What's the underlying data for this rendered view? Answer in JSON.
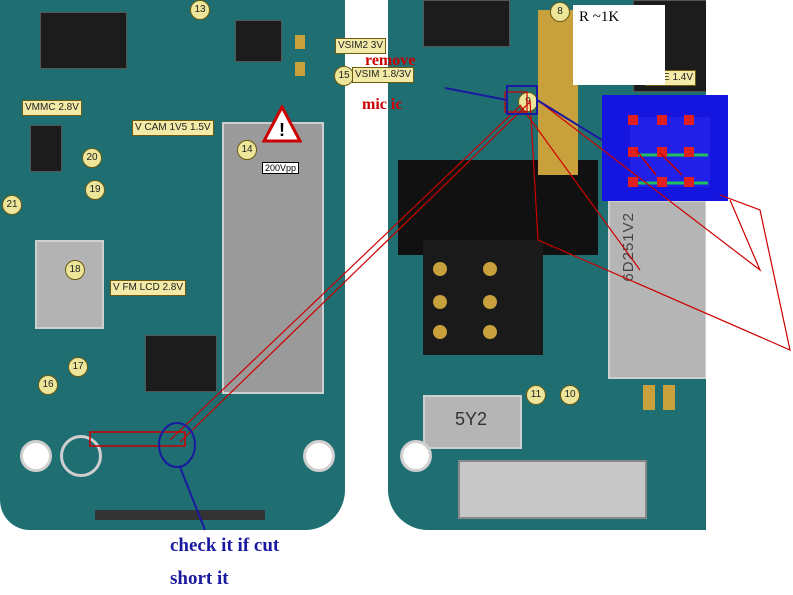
{
  "left_board": {
    "voltage_labels": [
      "VMMC 2.8V",
      "V CAM 1V5 1.5V",
      "V FM LCD 2.8V"
    ],
    "markers": [
      "13",
      "14",
      "16",
      "17",
      "18",
      "19",
      "20",
      "21"
    ],
    "warning_label": "200Vpp"
  },
  "right_board": {
    "voltage_labels": [
      "VSIM2 3V",
      "VSIM 1.8/3V",
      "ORE 1.4V"
    ],
    "markers": [
      "8",
      "9",
      "10",
      "11",
      "15"
    ],
    "chip_texts": [
      "6D251V2",
      "5Y2"
    ],
    "resistor_note": "R ~1K"
  },
  "annotations": {
    "remove_ic": "remove",
    "remove_ic_line2": "mic ic",
    "check_cut": "check it if cut",
    "short_it": "short it"
  },
  "colors": {
    "pcb": "#1f6e72",
    "annotation_red": "#cc0000",
    "annotation_blue": "#1a1aa0",
    "inset_blue": "#1515e0"
  }
}
